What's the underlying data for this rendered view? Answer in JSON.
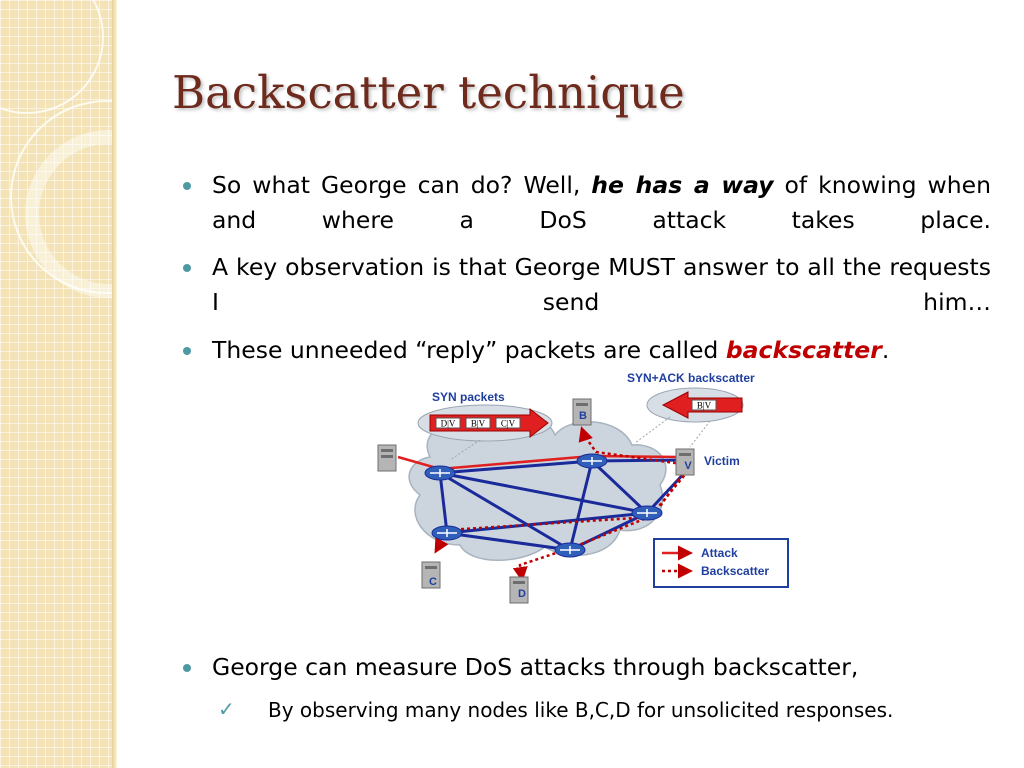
{
  "slide": {
    "title": "Backscatter technique",
    "bullets": [
      {
        "pre": "So what George can do? Well, ",
        "emph": "he has a way",
        "post": " of knowing when and where  a DoS attack takes place."
      },
      {
        "text": "A key observation is that George MUST answer to all the requests I send him…"
      },
      {
        "pre": "These unneeded “reply” packets are called ",
        "emph": "backscatter",
        "post": "."
      },
      {
        "text": "George can measure DoS attacks through backscatter,"
      }
    ],
    "sub_bullet": "By observing many nodes like B,C,D for unsolicited responses.",
    "check_glyph": "✓"
  },
  "diagram": {
    "syn_label": "SYN packets",
    "synack_label": "SYN+ACK backscatter",
    "syn_packets": [
      "D|V",
      "B|V",
      "C|V"
    ],
    "synack_packet": "B|V",
    "victim_label": "Victim",
    "nodes": {
      "b": "B",
      "c": "C",
      "d": "D",
      "v": "V"
    },
    "legend": {
      "attack": "Attack",
      "backscatter": "Backscatter"
    }
  },
  "colors": {
    "title": "#6e2a1c",
    "bullet": "#4d9aa5",
    "emphasis_red": "#c00000",
    "sidebar": "#f3e3b6",
    "attack_line": "#e02020",
    "backscatter_line": "#c00000",
    "network_link": "#1a2a9a",
    "diagram_label": "#1f3f9f"
  },
  "icons": [
    "server-icon",
    "router-icon",
    "cloud-icon",
    "red-arrow-icon",
    "check-icon"
  ]
}
